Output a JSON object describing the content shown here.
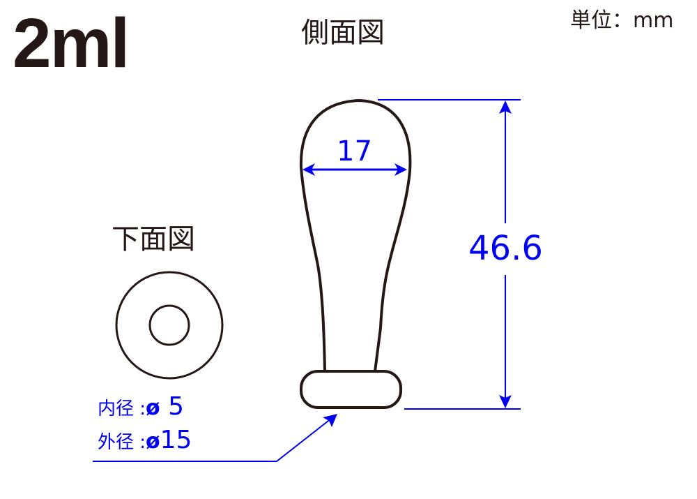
{
  "title": "2ml",
  "views": {
    "side": "側面図",
    "bottom": "下面図"
  },
  "unit": "単位：mm",
  "dimensions": {
    "width": "17",
    "height": "46.6"
  },
  "specs": [
    {
      "label": "内径 :",
      "symbol": "ø",
      "value": " 5"
    },
    {
      "label": "外径 :",
      "symbol": "ø",
      "value": "15"
    }
  ],
  "colors": {
    "outline": "#231815",
    "dimension": "#0000ee"
  }
}
